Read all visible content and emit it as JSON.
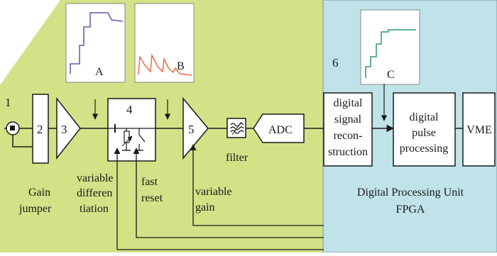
{
  "colors": {
    "analog_bg": "#d5e187",
    "digital_bg": "#bfe3e9",
    "trace_a": "#5a5aa6",
    "trace_b": "#e8663a",
    "trace_c": "#2a9a6c"
  },
  "numbers": {
    "n1": "1",
    "n2": "2",
    "n3": "3",
    "n4": "4",
    "n5": "5",
    "n6": "6"
  },
  "insets": {
    "a_label": "A",
    "b_label": "B",
    "c_label": "C"
  },
  "blocks": {
    "adc": "ADC",
    "filter": "filter",
    "digital_signal_reconstruction": [
      "digital",
      "signal",
      "recon-",
      "struction"
    ],
    "digital_pulse_processing": [
      "digital",
      "pulse",
      "processing"
    ],
    "vme": "VME"
  },
  "labels": {
    "gain_jumper": [
      "Gain",
      "jumper"
    ],
    "variable_differentiation": [
      "variable",
      "differen",
      "tiation"
    ],
    "fast_reset": [
      "fast",
      "reset"
    ],
    "variable_gain": [
      "variable",
      "gain"
    ],
    "digital_processing_unit": "Digital Processing Unit",
    "fpga": "FPGA"
  },
  "icons": [
    "bnc-connector-icon",
    "filter-wave-icon",
    "switch-icon",
    "capacitor-icon",
    "resistor-icon"
  ]
}
